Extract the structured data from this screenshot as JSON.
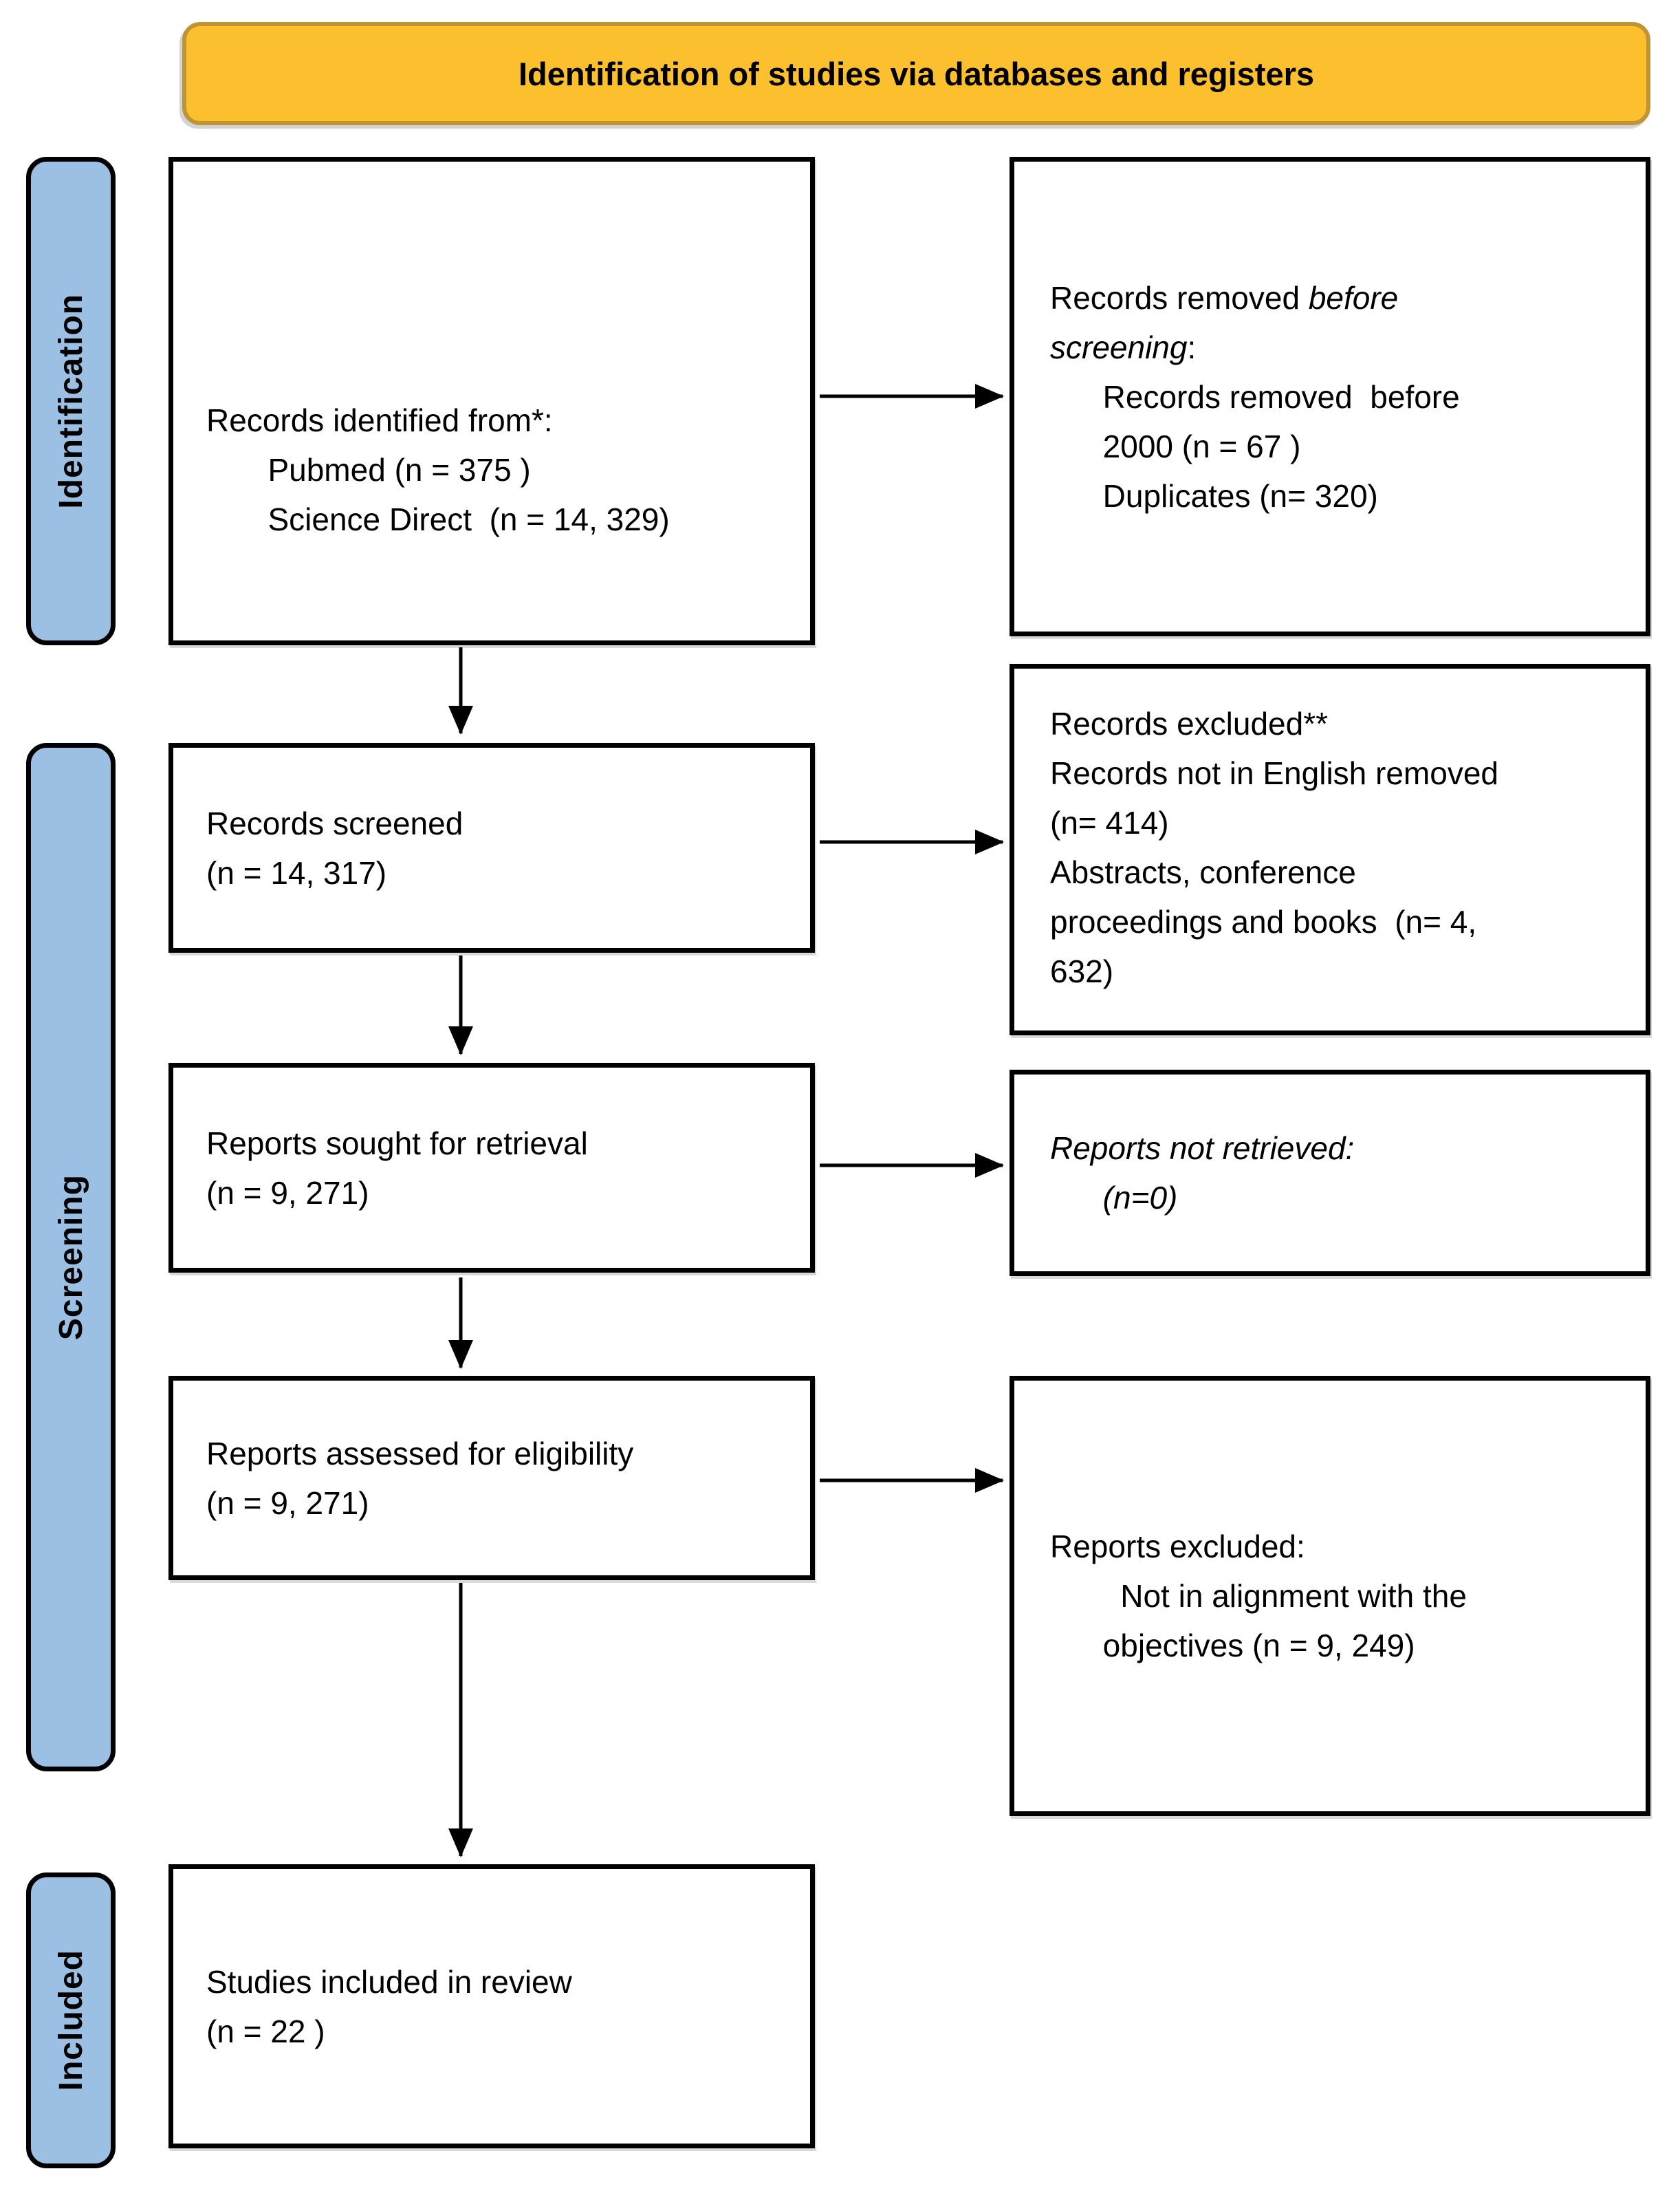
{
  "banner": {
    "label": "Identification of studies via databases and registers"
  },
  "sidebar": {
    "stages": [
      {
        "label": "Identification"
      },
      {
        "label": "Screening"
      },
      {
        "label": "Included"
      }
    ]
  },
  "flow": {
    "main": [
      {
        "name": "records-identified",
        "lines": [
          [
            {
              "t": "Records identified from*:"
            }
          ],
          [
            {
              "t": "       Pubmed (n = 375 )"
            }
          ],
          [
            {
              "t": "       Science Direct  (n = 14, 329)"
            }
          ]
        ]
      },
      {
        "name": "records-screened",
        "lines": [
          [
            {
              "t": "Records screened"
            }
          ],
          [
            {
              "t": "(n = 14, 317)"
            }
          ]
        ]
      },
      {
        "name": "reports-sought",
        "lines": [
          [
            {
              "t": "Reports sought for retrieval"
            }
          ],
          [
            {
              "t": "(n = 9, 271)"
            }
          ]
        ]
      },
      {
        "name": "reports-assessed",
        "lines": [
          [
            {
              "t": "Reports assessed for eligibility"
            }
          ],
          [
            {
              "t": "(n = 9, 271)"
            }
          ]
        ]
      },
      {
        "name": "studies-included",
        "lines": [
          [
            {
              "t": "Studies included in review"
            }
          ],
          [
            {
              "t": "(n = 22 )"
            }
          ]
        ]
      }
    ],
    "side": [
      {
        "name": "records-removed-before-screening",
        "lines": [
          [
            {
              "t": "Records removed "
            },
            {
              "t": "before",
              "i": true
            }
          ],
          [
            {
              "t": "screening",
              "i": true
            },
            {
              "t": ":"
            }
          ],
          [
            {
              "t": "      Records removed  before"
            }
          ],
          [
            {
              "t": "      2000 (n = 67 )"
            }
          ],
          [
            {
              "t": "      Duplicates (n= 320)"
            }
          ]
        ]
      },
      {
        "name": "records-excluded",
        "lines": [
          [
            {
              "t": "Records excluded**"
            }
          ],
          [
            {
              "t": "Records not in English removed"
            }
          ],
          [
            {
              "t": "(n= 414)"
            }
          ],
          [
            {
              "t": "Abstracts, conference"
            }
          ],
          [
            {
              "t": "proceedings and books  (n= 4,"
            }
          ],
          [
            {
              "t": "632)"
            }
          ]
        ]
      },
      {
        "name": "reports-not-retrieved",
        "lines": [
          [
            {
              "t": "Reports not retrieved:",
              "i": true
            }
          ],
          [
            {
              "t": "      (n=0)",
              "i": true
            }
          ]
        ]
      },
      {
        "name": "reports-excluded",
        "lines": [
          [
            {
              "t": "Reports excluded:"
            }
          ],
          [
            {
              "t": "        Not in alignment with the"
            }
          ],
          [
            {
              "t": "      objectives (n = 9, 249)"
            }
          ]
        ]
      }
    ]
  },
  "colors": {
    "banner_fill": "#FCBF2D",
    "banner_border": "#BF9434",
    "stage_fill": "#9CC0E4",
    "box_border": "#000000",
    "arrow": "#000000",
    "text": "#000000"
  }
}
